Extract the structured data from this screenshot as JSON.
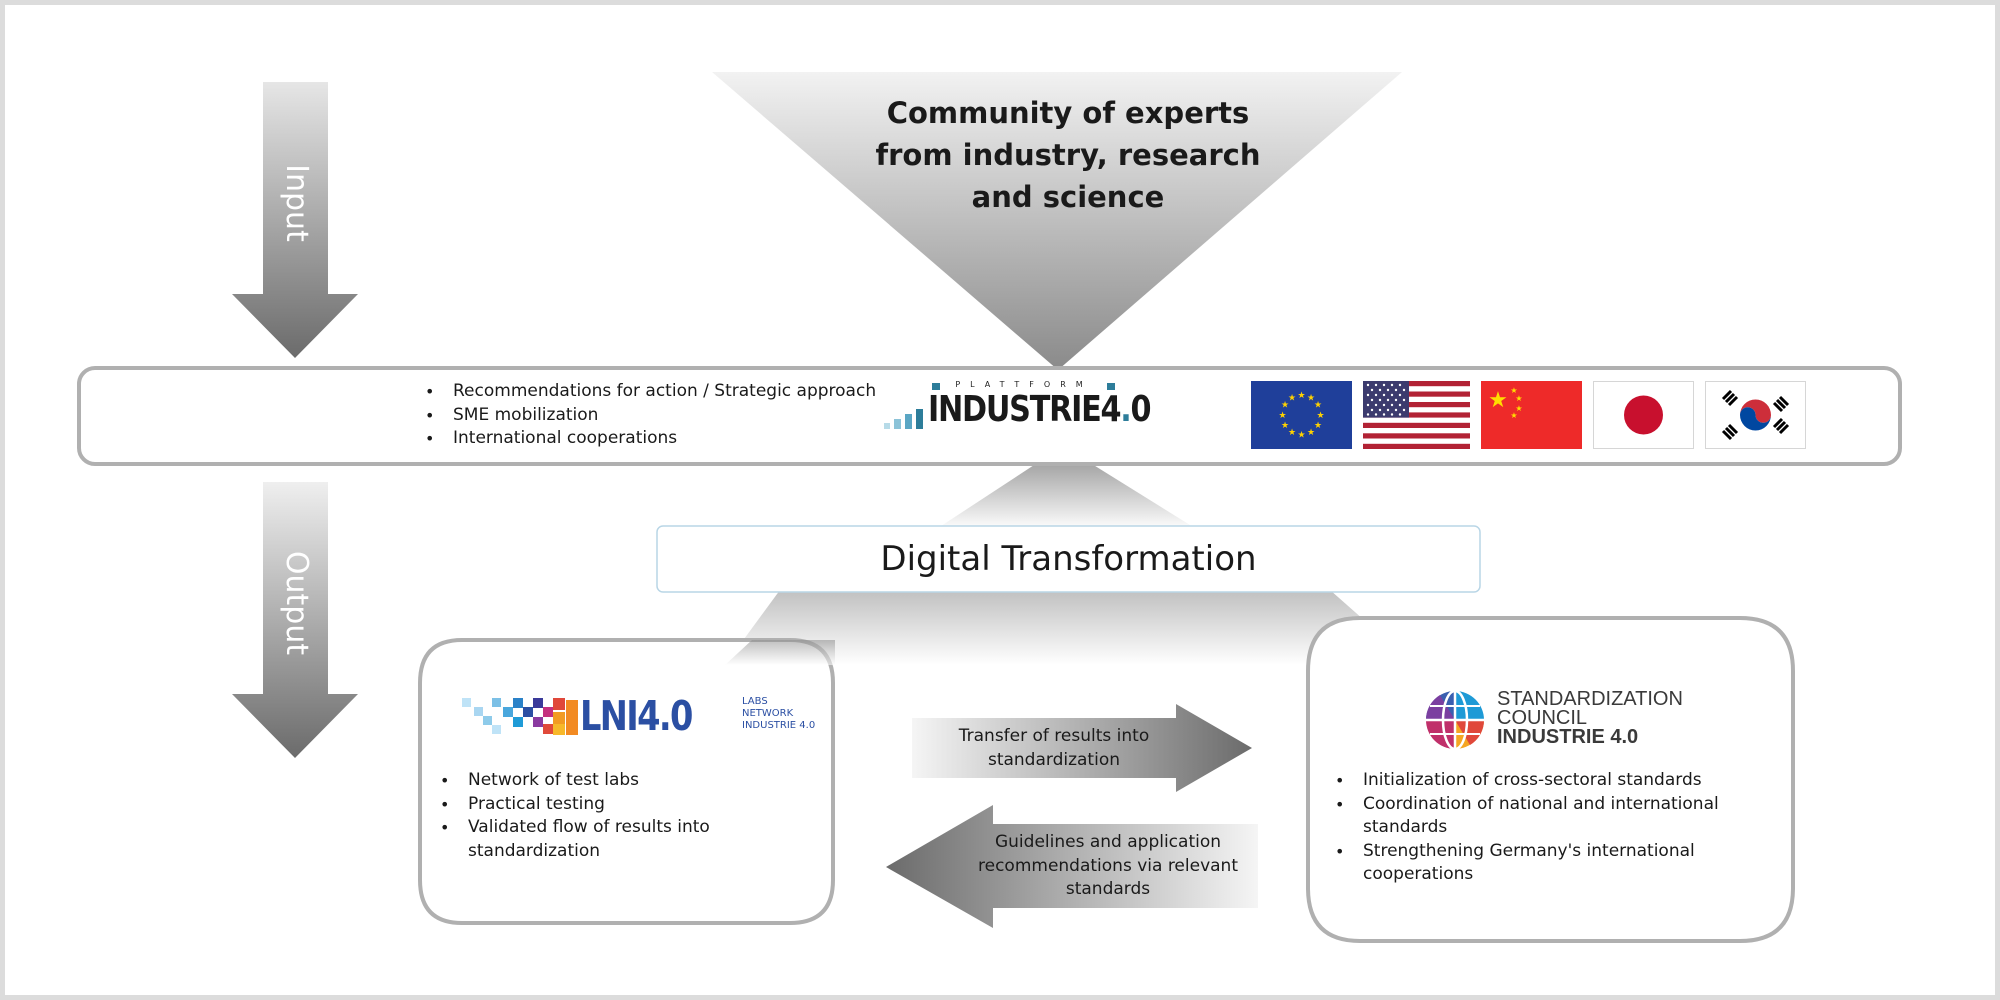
{
  "flow": {
    "input_label": "Input",
    "output_label": "Output"
  },
  "community": {
    "lines": [
      "Community of experts",
      "from industry, research",
      "and science"
    ]
  },
  "platform": {
    "bullets": [
      "Recommendations for action / Strategic approach",
      "SME mobilization",
      "International cooperations"
    ],
    "logo": {
      "kicker": "PLATTFORM",
      "name": "INDUSTRIE",
      "version_main": "4",
      "version_dot": ".",
      "version_minor": "0"
    },
    "flags": [
      "eu-flag",
      "us-flag",
      "china-flag",
      "japan-flag",
      "korea-flag"
    ]
  },
  "digital_transformation": {
    "label": "Digital Transformation"
  },
  "lni": {
    "logo": {
      "name": "LNI4.0",
      "sub": [
        "LABS",
        "NETWORK",
        "INDUSTRIE 4.0"
      ]
    },
    "bullets": [
      "Network of test labs",
      "Practical testing",
      "Validated flow of results into standardization"
    ]
  },
  "exchange": {
    "to_standardization": "Transfer of results into standardization",
    "to_labs": "Guidelines and application recommendations via relevant standards"
  },
  "sci": {
    "logo": {
      "lines": [
        "STANDARDIZATION",
        "COUNCIL",
        "INDUSTRIE 4.0"
      ]
    },
    "bullets": [
      "Initialization of cross-sectoral standards",
      "Coordination of national and international standards",
      "Strengthening Germany's international cooperations"
    ]
  },
  "colors": {
    "arrow_dark": "#6e6e6e",
    "arrow_light": "#e8e8e8",
    "box_border": "#b0b0b0",
    "lni_blue": "#2b4fa3",
    "platform_teal": "#2d7d9a",
    "eu_blue": "#1f3f9a",
    "eu_star": "#ffd200",
    "china_red": "#ee2a29",
    "japan_red": "#c8102e",
    "korea_red": "#cd2e3a",
    "korea_blue": "#0047a0"
  }
}
